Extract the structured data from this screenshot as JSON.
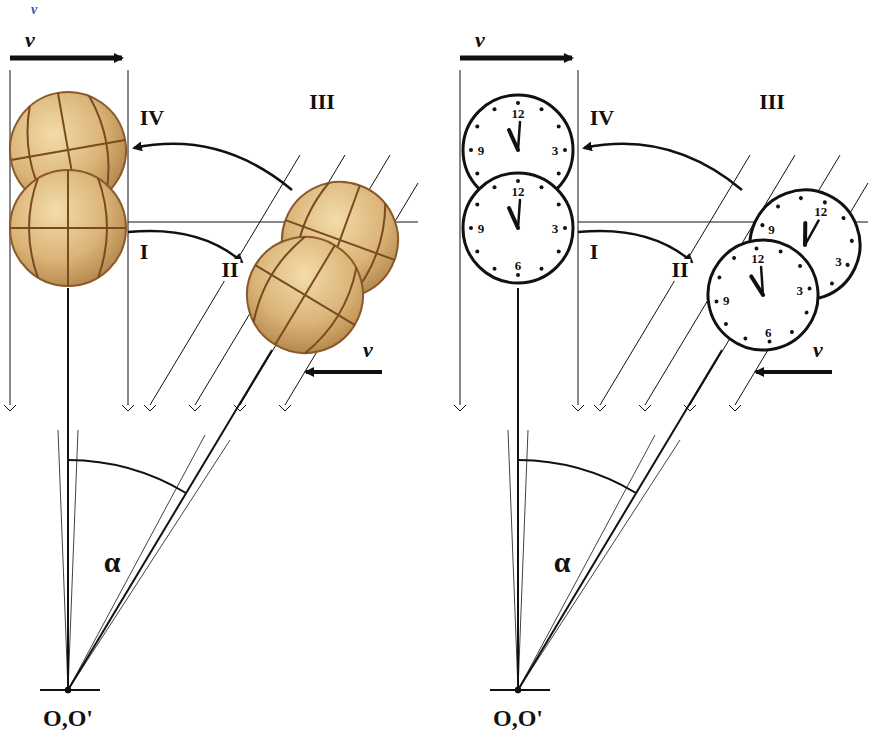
{
  "diagram": {
    "labels": [
      "v",
      "v",
      "IV",
      "III",
      "I",
      "II",
      "v",
      "α",
      "O,O'",
      "v",
      "IV",
      "III",
      "I",
      "II",
      "v",
      "α",
      "O,O'",
      "12",
      "9",
      "3",
      "12",
      "9",
      "3",
      "6",
      "12",
      "9",
      "3",
      "12",
      "9",
      "3",
      "6"
    ]
  }
}
